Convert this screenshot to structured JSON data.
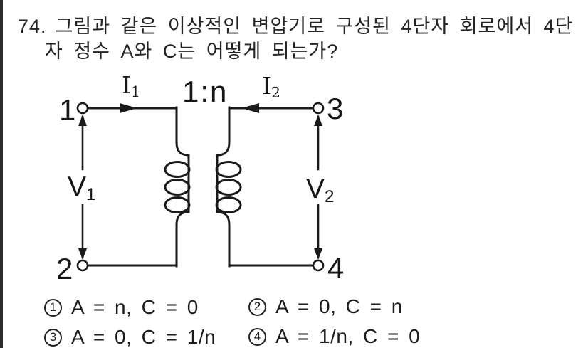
{
  "question": {
    "number": "74.",
    "line1": "그림과 같은 이상적인 변압기로 구성된 4단자 회로에서 4단",
    "line2": "자 정수 A와 C는 어떻게 되는가?"
  },
  "circuit": {
    "turns_ratio": "1:n",
    "current_primary": {
      "base": "I",
      "sub": "1"
    },
    "current_secondary": {
      "base": "I",
      "sub": "2"
    },
    "voltage_primary": {
      "base": "V",
      "sub": "1"
    },
    "voltage_secondary": {
      "base": "V",
      "sub": "2"
    },
    "terminal_1": "1",
    "terminal_2": "2",
    "terminal_3": "3",
    "terminal_4": "4"
  },
  "choices": [
    {
      "num": "1",
      "text": "A = n, C = 0"
    },
    {
      "num": "2",
      "text": "A = 0, C = n"
    },
    {
      "num": "3",
      "text": "A = 0, C = 1/n"
    },
    {
      "num": "4",
      "text": "A = 1/n, C = 0"
    }
  ],
  "colors": {
    "ink": "#1c1c1c",
    "background": "#ffffff"
  }
}
